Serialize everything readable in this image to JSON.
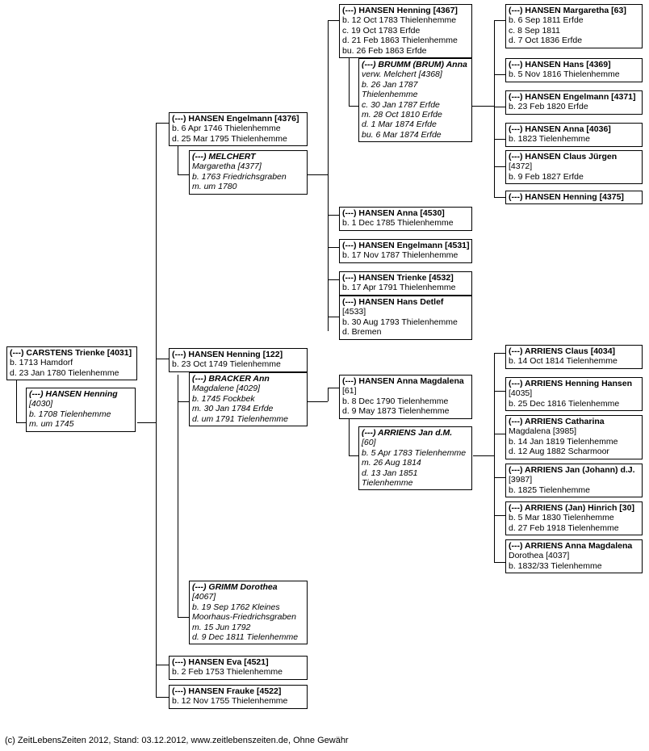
{
  "document": {
    "type": "genealogy-descendant-chart",
    "footer": "(c) ZeitLebensZeiten 2012, Stand: 03.12.2012, www.zeitlebenszeiten.de, Ohne Gewähr"
  },
  "nodes": {
    "carstens_trienke": {
      "name": "(---) CARSTENS Trienke [4031]",
      "events": [
        "b. 1713 Hamdorf",
        "d. 23 Jan 1780 Tielenhemme"
      ]
    },
    "hansen_henning_4030": {
      "name": "(---) HANSEN Henning",
      "events": [
        "[4030]",
        "b. 1708 Tielenhemme",
        "m. um 1745"
      ]
    },
    "hansen_engelmann_4376": {
      "name": "(---) HANSEN Engelmann [4376]",
      "events": [
        "b. 6 Apr 1746 Thielenhemme",
        "d. 25 Mar 1795 Thielenhemme"
      ]
    },
    "melchert_margaretha_4377": {
      "name": "(---) MELCHERT",
      "events": [
        "Margaretha [4377]",
        "b. 1763 Friedrichsgraben",
        "m. um 1780"
      ]
    },
    "hansen_henning_4367": {
      "name": "(---) HANSEN Henning [4367]",
      "events": [
        "b. 12 Oct 1783 Thielenhemme",
        "c. 19 Oct 1783 Erfde",
        "d. 21 Feb 1863 Thielenhemme",
        "bu. 26 Feb 1863 Erfde"
      ]
    },
    "brumm_anna_4368": {
      "name": "(---) BRUMM (BRUM) Anna",
      "events": [
        "verw. Melchert [4368]",
        "b. 26 Jan 1787",
        "Thielenhemme",
        "c. 30 Jan 1787 Erfde",
        "m. 28 Oct 1810 Erfde",
        "d. 1 Mar 1874 Erfde",
        "bu. 6 Mar 1874 Erfde"
      ]
    },
    "hansen_margaretha_63": {
      "name": "(---) HANSEN Margaretha [63]",
      "events": [
        "b. 6 Sep 1811 Erfde",
        "c. 8 Sep 1811",
        "d. 7 Oct 1836 Erfde"
      ]
    },
    "hansen_hans_4369": {
      "name": "(---) HANSEN Hans [4369]",
      "events": [
        "b. 5 Nov 1816 Thielenhemme"
      ]
    },
    "hansen_engelmann_4371": {
      "name": "(---) HANSEN Engelmann [4371]",
      "events": [
        "b. 23 Feb 1820 Erfde"
      ]
    },
    "hansen_anna_4036": {
      "name": "(---) HANSEN Anna [4036]",
      "events": [
        "b. 1823 Tielenhemme"
      ]
    },
    "hansen_claus_juergen_4372": {
      "name": "(---) HANSEN Claus Jürgen",
      "events": [
        "[4372]",
        "b. 9 Feb 1827 Erfde"
      ]
    },
    "hansen_henning_4375": {
      "name": "(---) HANSEN Henning [4375]",
      "events": []
    },
    "hansen_anna_4530": {
      "name": "(---) HANSEN Anna [4530]",
      "events": [
        "b. 1 Dec 1785 Thielenhemme"
      ]
    },
    "hansen_engelmann_4531": {
      "name": "(---) HANSEN Engelmann [4531]",
      "events": [
        "b. 17 Nov 1787 Thielenhemme"
      ]
    },
    "hansen_trienke_4532": {
      "name": "(---) HANSEN Trienke [4532]",
      "events": [
        "b. 17 Apr 1791 Thielenhemme"
      ]
    },
    "hansen_hans_detlef_4533": {
      "name": "(---) HANSEN Hans Detlef",
      "events": [
        "[4533]",
        "b. 30 Aug 1793 Thielenhemme",
        "d.  Bremen"
      ]
    },
    "hansen_henning_122": {
      "name": "(---) HANSEN Henning [122]",
      "events": [
        "b. 23 Oct 1749 Tielenhemme"
      ]
    },
    "bracker_ann_magdalene_4029": {
      "name": "(---) BRACKER Ann",
      "events": [
        "Magdalene [4029]",
        "b. 1745 Fockbek",
        "m. 30 Jan 1784 Erfde",
        "d. um 1791 Tielenhemme"
      ]
    },
    "hansen_anna_magdalena_61": {
      "name": "(---) HANSEN Anna Magdalena",
      "events": [
        "[61]",
        "b. 8 Dec 1790 Tielenhemme",
        "d. 9 May 1873 Tielenhemme"
      ]
    },
    "arriens_jan_dm_60": {
      "name": "(---) ARRIENS Jan d.M.",
      "events": [
        "[60]",
        "b. 5 Apr 1783 Tielenhemme",
        "m. 26 Aug 1814",
        "d. 13 Jan 1851",
        "Tielenhemme"
      ]
    },
    "arriens_claus_4034": {
      "name": "(---) ARRIENS Claus [4034]",
      "events": [
        "b. 14 Oct 1814 Tielenhemme"
      ]
    },
    "arriens_henning_hansen_4035": {
      "name": "(---) ARRIENS Henning Hansen",
      "events": [
        "[4035]",
        "b. 25 Dec 1816 Tielenhemme"
      ]
    },
    "arriens_catharina_magdalena_3985": {
      "name": "(---) ARRIENS Catharina",
      "events": [
        "Magdalena [3985]",
        "b. 14 Jan 1819 Tielenhemme",
        "d. 12 Aug 1882 Scharmoor"
      ]
    },
    "arriens_jan_johann_dj_3987": {
      "name": "(---) ARRIENS Jan (Johann) d.J.",
      "events": [
        "[3987]",
        "b. 1825 Tielenhemme"
      ]
    },
    "arriens_jan_hinrich_30": {
      "name": "(---) ARRIENS (Jan) Hinrich [30]",
      "events": [
        "b. 5 Mar 1830 Tielenhemme",
        "d. 27 Feb 1918 Tielenhemme"
      ]
    },
    "arriens_anna_magdalena_dorothea_4037": {
      "name": "(---) ARRIENS Anna Magdalena",
      "events": [
        "Dorothea [4037]",
        "b. 1832/33 Tielenhemme"
      ]
    },
    "grimm_dorothea_4067": {
      "name": "(---) GRIMM Dorothea",
      "events": [
        "[4067]",
        "b. 19 Sep 1762 Kleines",
        "Moorhaus-Friedrichsgraben",
        "m. 15 Jun 1792",
        "d. 9 Dec 1811 Tielenhemme"
      ]
    },
    "hansen_eva_4521": {
      "name": "(---) HANSEN Eva [4521]",
      "events": [
        "b. 2 Feb 1753 Thielenhemme"
      ]
    },
    "hansen_frauke_4522": {
      "name": "(---) HANSEN Frauke [4522]",
      "events": [
        "b. 12 Nov 1755 Thielenhemme"
      ]
    }
  }
}
